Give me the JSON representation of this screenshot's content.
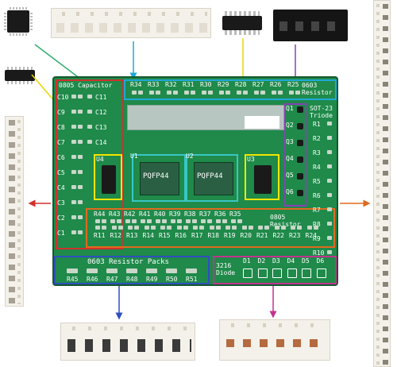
{
  "labels": {
    "cap_title": "0805 Capacitor",
    "res0603_title_1": "0603",
    "res0603_title_2": "Resistor",
    "sot_title_1": "SOT-23",
    "sot_title_2": "Triode",
    "res0805_title_1": "0805",
    "res0805_title_2": "Resistor",
    "packs_title": "0603 Resistor Packs",
    "diode_title_1": "3216",
    "diode_title_2": "Diode",
    "u1": "U1",
    "u2": "U2",
    "u3": "U3",
    "u4": "U4",
    "pqfp_1": "PQFP44",
    "pqfp_2": "PQFP44"
  },
  "top_resistors": [
    "R34",
    "R33",
    "R32",
    "R31",
    "R30",
    "R29",
    "R28",
    "R27",
    "R26",
    "R25"
  ],
  "caps_left": [
    "C10",
    "C9",
    "C8",
    "C7",
    "C6",
    "C5",
    "C4",
    "C3",
    "C2",
    "C1"
  ],
  "caps_right": [
    "C11",
    "C12",
    "C13",
    "C14"
  ],
  "transistors": [
    "Q1",
    "Q2",
    "Q3",
    "Q4",
    "Q5",
    "Q6"
  ],
  "right_resistors": [
    "R1",
    "R2",
    "R3",
    "R4",
    "R5",
    "R6",
    "R7",
    "R8",
    "R9",
    "R10"
  ],
  "row_r44": [
    "R44",
    "R43",
    "R42",
    "R41",
    "R40",
    "R39",
    "R38",
    "R37",
    "R36",
    "R35"
  ],
  "row_r11": [
    "R11",
    "R12",
    "R13",
    "R14",
    "R15",
    "R16",
    "R17",
    "R18",
    "R19",
    "R20",
    "R21",
    "R22",
    "R23",
    "R24"
  ],
  "packs": [
    "R45",
    "R46",
    "R47",
    "R48",
    "R49",
    "R50",
    "R51"
  ],
  "diodes": [
    "D1",
    "D2",
    "D3",
    "D4",
    "D5",
    "D6"
  ],
  "colors": {
    "pcb": "#1f8a4a",
    "cap_zone": "#d0312d",
    "res0603_zone": "#1fa8d8",
    "sot_zone": "#8a3fb8",
    "ic_zone_yellow": "#f2e600",
    "qfp_zone_cyan": "#38c6c6",
    "res0805_zone": "#e06a1f",
    "packs_zone": "#2f4fbf",
    "diode_zone": "#c2338f"
  }
}
